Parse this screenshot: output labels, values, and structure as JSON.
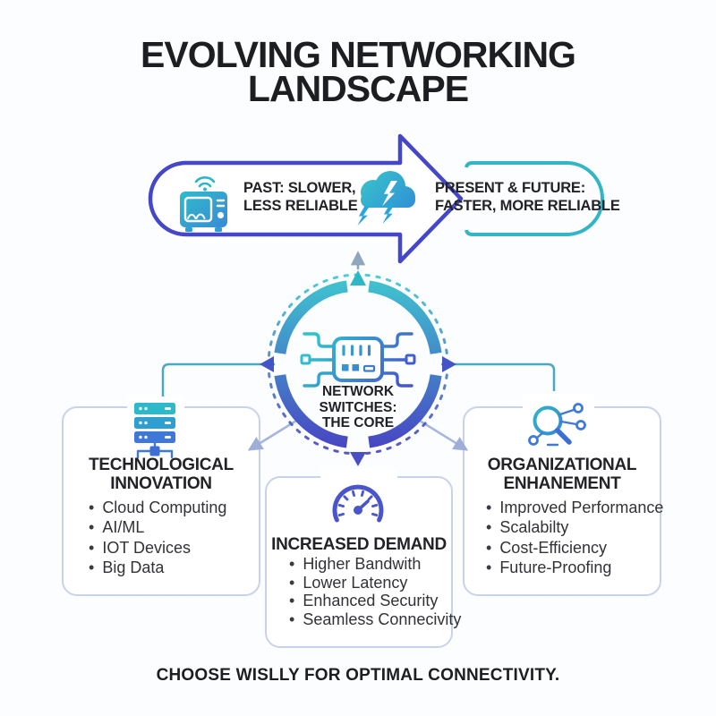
{
  "title": {
    "line1": "EVOLVING NETWORKING",
    "line2": "LANDSCAPE"
  },
  "banner": {
    "past_label_line1": "PAST: SLOWER,",
    "past_label_line2": "LESS RELIABLE",
    "past_icon": "retro-tv-wifi-icon",
    "future_label_line1": "PRESENT & FUTURE:",
    "future_label_line2": "FASTER, MORE RELIABLE",
    "future_icon": "storm-cloud-lightning-icon"
  },
  "core": {
    "label_line1": "NETWORK SWITCHES:",
    "label_line2": "THE CORE",
    "icon": "network-switch-icon"
  },
  "boxes": [
    {
      "id": "technological-innovation",
      "icon": "server-stack-icon",
      "title_line1": "TECHNOLOGICAL",
      "title_line2": "INNOVATION",
      "items": [
        "Cloud Computing",
        "AI/ML",
        "IOT Devices",
        "Big Data"
      ]
    },
    {
      "id": "increased-demand",
      "icon": "speedometer-icon",
      "title_line1": "INCREASED DEMAND",
      "title_line2": "",
      "items": [
        "Higher Bandwith",
        "Lower Latency",
        "Enhanced Security",
        "Seamless Connecivity"
      ]
    },
    {
      "id": "organizational-enhancement",
      "icon": "magnifier-network-icon",
      "title_line1": "ORGANIZATIONAL",
      "title_line2": "ENHANEMENT",
      "items": [
        "Improved Performance",
        "Scalabilty",
        "Cost-Efficiency",
        "Future-Proofing"
      ]
    }
  ],
  "footer": {
    "tagline": "CHOOSE WISLLY FOR OPTIMAL CONNECTIVITY."
  },
  "colors": {
    "teal": "#32b6c6",
    "indigo": "#4347c8",
    "ring_teal": "#3fc8d0",
    "ring_indigo": "#4843c2",
    "lavender_arrow": "#a6b4e0",
    "connector_teal": "#4aa9c2",
    "box_border": "#c9d2ec",
    "text_dark": "#1d1e22"
  }
}
